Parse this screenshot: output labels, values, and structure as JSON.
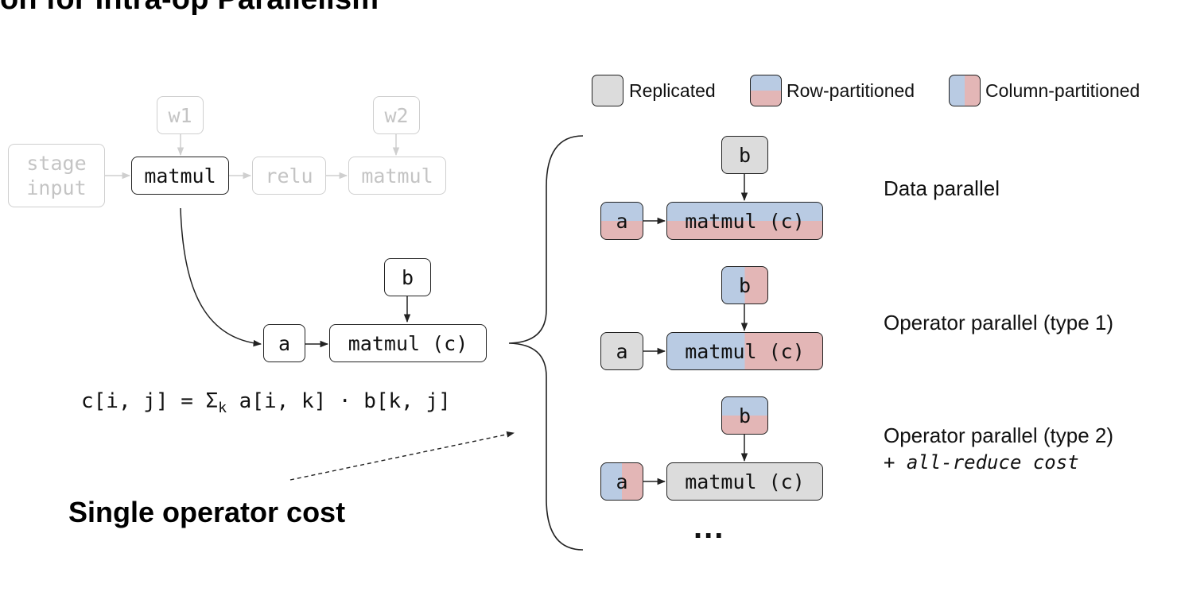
{
  "title": "on for Intra-op Parallelism",
  "graph": {
    "stage_input": "stage\ninput",
    "matmul_1": "matmul",
    "w1": "w1",
    "relu": "relu",
    "matmul_2": "matmul",
    "w2": "w2"
  },
  "detail": {
    "input_a": "a",
    "input_b": "b",
    "output": "matmul (c)"
  },
  "formula": {
    "lhs": "c[i, j] = Σ",
    "subscript": "k",
    "rhs": " a[i, k] · b[k, j]"
  },
  "cost_label": "Single operator cost",
  "legend": [
    {
      "label": "Replicated",
      "pattern": "replicated"
    },
    {
      "label": "Row-partitioned",
      "pattern": "row"
    },
    {
      "label": "Column-partitioned",
      "pattern": "column"
    }
  ],
  "strategies": [
    {
      "label": "Data parallel",
      "a": "a",
      "b": "b",
      "c": "matmul (c)",
      "a_pattern": "row",
      "b_pattern": "replicated",
      "c_pattern": "row"
    },
    {
      "label": "Operator parallel (type 1)",
      "a": "a",
      "b": "b",
      "c": "matmul (c)",
      "a_pattern": "replicated",
      "b_pattern": "column",
      "c_pattern": "column"
    },
    {
      "label": "Operator parallel (type 2)",
      "note": "+ all-reduce cost",
      "a": "a",
      "b": "b",
      "c": "matmul (c)",
      "a_pattern": "column",
      "b_pattern": "row",
      "c_pattern": "replicated"
    }
  ],
  "ellipsis": "...",
  "colors": {
    "replicated": "#dcdcdc",
    "row_top": "#b9cbe3",
    "row_bottom": "#e3b6b6",
    "faded": "#c4c4c4"
  }
}
